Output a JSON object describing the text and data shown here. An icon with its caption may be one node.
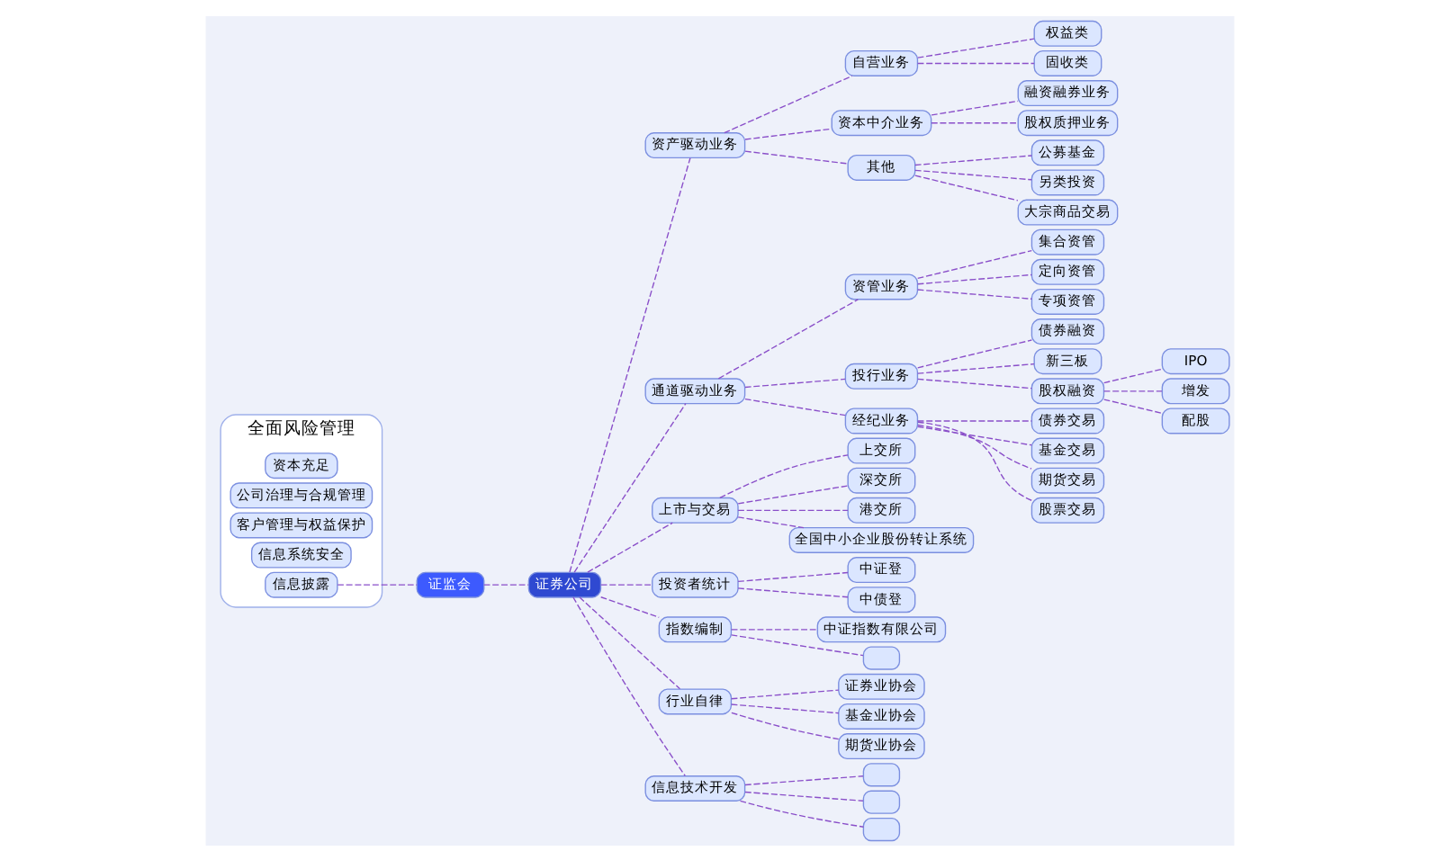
{
  "diagram": {
    "nodes": [
      {
        "text": [
          "全面风险管理"
        ]
      },
      {
        "text": [
          "资本充足"
        ],
        "in": 0
      },
      {
        "text": [
          "公司治理与合规管理"
        ],
        "in": 0
      },
      {
        "text": [
          "客户管理与权益保护"
        ],
        "in": 0
      },
      {
        "text": [
          "信息系统安全"
        ],
        "in": 0
      },
      {
        "text": [
          "信息披露"
        ],
        "in": 0
      },
      {
        "text": [
          "证监会"
        ]
      },
      {
        "text": [
          "证券公司"
        ]
      },
      {
        "text": [
          "资产驱动业务"
        ]
      },
      {
        "text": [
          "自营业务"
        ]
      },
      {
        "text": [
          "权益类"
        ]
      },
      {
        "text": [
          "固收类"
        ]
      },
      {
        "text": [
          "资本中介业务"
        ]
      },
      {
        "text": [
          "融资融券业务"
        ]
      },
      {
        "text": [
          "股权质押业务"
        ]
      },
      {
        "text": [
          "其他"
        ]
      },
      {
        "text": [
          "公募基金"
        ]
      },
      {
        "text": [
          "另类投资"
        ]
      },
      {
        "text": [
          "大宗商品交易"
        ]
      },
      {
        "text": [
          "通道驱动业务"
        ]
      },
      {
        "text": [
          "资管业务"
        ]
      },
      {
        "text": [
          "集合资管"
        ]
      },
      {
        "text": [
          "定向资管"
        ]
      },
      {
        "text": [
          "专项资管"
        ]
      },
      {
        "text": [
          "投行业务"
        ]
      },
      {
        "text": [
          "债券融资"
        ]
      },
      {
        "text": [
          "新三板"
        ]
      },
      {
        "text": [
          "股权融资"
        ]
      },
      {
        "text": [
          "IPO"
        ]
      },
      {
        "text": [
          "增发"
        ]
      },
      {
        "text": [
          "配股"
        ]
      },
      {
        "text": [
          "经纪业务"
        ]
      },
      {
        "text": [
          "债券交易"
        ]
      },
      {
        "text": [
          "基金交易"
        ]
      },
      {
        "text": [
          "期货交易"
        ]
      },
      {
        "text": [
          "股票交易"
        ]
      },
      {
        "text": [
          "上市与交易"
        ]
      },
      {
        "text": [
          "上交所"
        ]
      },
      {
        "text": [
          "深交所"
        ]
      },
      {
        "text": [
          "港交所"
        ]
      },
      {
        "text": [
          "全国中小企业股份转让系统"
        ]
      },
      {
        "text": [
          "投资者统计"
        ]
      },
      {
        "text": [
          "中证登"
        ]
      },
      {
        "text": [
          "中债登"
        ]
      },
      {
        "text": [
          "指数编制"
        ]
      },
      {
        "text": [
          "中证指数有限公司"
        ]
      },
      {
        "text": [],
        "shape": "box"
      },
      {
        "text": [
          "行业自律"
        ]
      },
      {
        "text": [
          "证券业协会"
        ]
      },
      {
        "text": [
          "基金业协会"
        ]
      },
      {
        "text": [
          "期货业协会"
        ]
      },
      {
        "text": [
          "信息技术开发"
        ]
      },
      {
        "text": [],
        "shape": "box"
      },
      {
        "text": [],
        "shape": "box"
      },
      {
        "text": [],
        "shape": "box"
      }
    ],
    "edges": [
      {
        "from": 5,
        "to": 6,
        "arrow": "none",
        "style": "dashed"
      },
      {
        "from": 6,
        "to": 7,
        "arrow": "none",
        "style": "dashed"
      },
      {
        "from": 7,
        "to": 8,
        "arrow": "none",
        "style": "dashed"
      },
      {
        "from": 8,
        "to": 9,
        "arrow": "none",
        "style": "dashed"
      },
      {
        "from": 9,
        "to": 10,
        "arrow": "none",
        "style": "dashed"
      },
      {
        "from": 9,
        "to": 11,
        "arrow": "none",
        "style": "dashed"
      },
      {
        "from": 8,
        "to": 12,
        "arrow": "none",
        "style": "dashed"
      },
      {
        "from": 12,
        "to": 13,
        "arrow": "none",
        "style": "dashed"
      },
      {
        "from": 12,
        "to": 14,
        "arrow": "none",
        "style": "dashed"
      },
      {
        "from": 8,
        "to": 15,
        "arrow": "none",
        "style": "dashed"
      },
      {
        "from": 15,
        "to": 16,
        "arrow": "none",
        "style": "dashed"
      },
      {
        "from": 15,
        "to": 17,
        "arrow": "none",
        "style": "dashed"
      },
      {
        "from": 15,
        "to": 18,
        "arrow": "none",
        "style": "dashed"
      },
      {
        "from": 7,
        "to": 19,
        "arrow": "none",
        "style": "dashed"
      },
      {
        "from": 19,
        "to": 20,
        "arrow": "none",
        "style": "dashed"
      },
      {
        "from": 20,
        "to": 21,
        "arrow": "none",
        "style": "dashed"
      },
      {
        "from": 20,
        "to": 22,
        "arrow": "none",
        "style": "dashed"
      },
      {
        "from": 20,
        "to": 23,
        "arrow": "none",
        "style": "dashed"
      },
      {
        "from": 19,
        "to": 24,
        "arrow": "none",
        "style": "dashed"
      },
      {
        "from": 24,
        "to": 25,
        "arrow": "none",
        "style": "dashed"
      },
      {
        "from": 24,
        "to": 26,
        "arrow": "none",
        "style": "dashed"
      },
      {
        "from": 24,
        "to": 27,
        "arrow": "none",
        "style": "dashed"
      },
      {
        "from": 27,
        "to": 28,
        "arrow": "none",
        "style": "dashed"
      },
      {
        "from": 27,
        "to": 29,
        "arrow": "none",
        "style": "dashed"
      },
      {
        "from": 27,
        "to": 30,
        "arrow": "none",
        "style": "dashed"
      },
      {
        "from": 19,
        "to": 31,
        "arrow": "none",
        "style": "dashed"
      },
      {
        "from": 31,
        "to": 32,
        "arrow": "none",
        "style": "dashed"
      },
      {
        "from": 31,
        "to": 33,
        "arrow": "none",
        "style": "dashed"
      },
      {
        "from": 31,
        "to": 34,
        "arrow": "none",
        "style": "dashed"
      },
      {
        "from": 31,
        "to": 35,
        "arrow": "none",
        "style": "dashed"
      },
      {
        "from": 7,
        "to": 36,
        "arrow": "none",
        "style": "dashed"
      },
      {
        "from": 36,
        "to": 37,
        "arrow": "none",
        "style": "dashed"
      },
      {
        "from": 36,
        "to": 38,
        "arrow": "none",
        "style": "dashed"
      },
      {
        "from": 36,
        "to": 39,
        "arrow": "none",
        "style": "dashed"
      },
      {
        "from": 36,
        "to": 40,
        "arrow": "none",
        "style": "dashed"
      },
      {
        "from": 7,
        "to": 41,
        "arrow": "none",
        "style": "dashed"
      },
      {
        "from": 41,
        "to": 42,
        "arrow": "none",
        "style": "dashed"
      },
      {
        "from": 41,
        "to": 43,
        "arrow": "none",
        "style": "dashed"
      },
      {
        "from": 7,
        "to": 44,
        "arrow": "none",
        "style": "dashed"
      },
      {
        "from": 44,
        "to": 45,
        "arrow": "none",
        "style": "dashed"
      },
      {
        "from": 44,
        "to": 46,
        "arrow": "none",
        "style": "dashed"
      },
      {
        "from": 7,
        "to": 47,
        "arrow": "none",
        "style": "dashed"
      },
      {
        "from": 47,
        "to": 48,
        "arrow": "none",
        "style": "dashed"
      },
      {
        "from": 47,
        "to": 49,
        "arrow": "none",
        "style": "dashed"
      },
      {
        "from": 47,
        "to": 50,
        "arrow": "none",
        "style": "dashed"
      },
      {
        "from": 7,
        "to": 51,
        "arrow": "none",
        "style": "dashed"
      },
      {
        "from": 51,
        "to": 52,
        "arrow": "none",
        "style": "dashed"
      },
      {
        "from": 51,
        "to": 53,
        "arrow": "none",
        "style": "dashed"
      },
      {
        "from": 51,
        "to": 54,
        "arrow": "none",
        "style": "dashed"
      }
    ]
  }
}
